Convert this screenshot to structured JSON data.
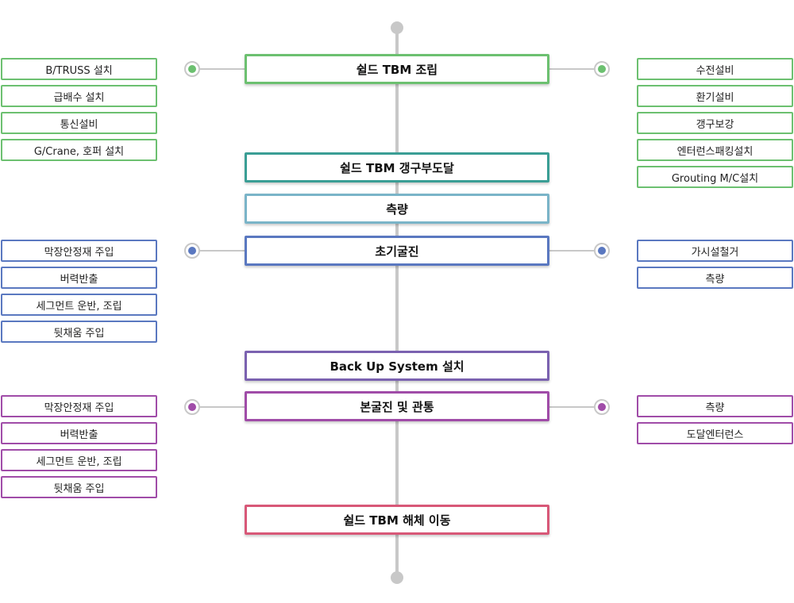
{
  "colors": {
    "line": "#c8c8c8",
    "green": "#6cc070",
    "teal": "#3a9e95",
    "cyan": "#7ab4c8",
    "blue": "#5a78c0",
    "purple": "#7b62b0",
    "violet": "#a04ca8",
    "red": "#d85878"
  },
  "stages": [
    {
      "label": "쉴드 TBM 조립"
    },
    {
      "label": "쉴드 TBM 갱구부도달"
    },
    {
      "label": "측량"
    },
    {
      "label": "초기굴진"
    },
    {
      "label": "Back Up System 설치"
    },
    {
      "label": "본굴진 및 관통"
    },
    {
      "label": "쉴드 TBM 해체 이동"
    }
  ],
  "groups": {
    "assembly": {
      "left": [
        "B/TRUSS 설치",
        "급배수 설치",
        "통신설비",
        "G/Crane, 호퍼 설치"
      ],
      "right": [
        "수전설비",
        "환기설비",
        "갱구보강",
        "엔터런스패킹설치",
        "Grouting M/C설치"
      ]
    },
    "initial": {
      "left": [
        "막장안정재 주입",
        "버력반출",
        "세그먼트 운반, 조립",
        "뒷채움 주입"
      ],
      "right": [
        "가시설철거",
        "측량"
      ]
    },
    "main": {
      "left": [
        "막장안정재 주입",
        "버력반출",
        "세그먼트 운반, 조립",
        "뒷채움 주입"
      ],
      "right": [
        "측량",
        "도달엔터런스"
      ]
    }
  }
}
